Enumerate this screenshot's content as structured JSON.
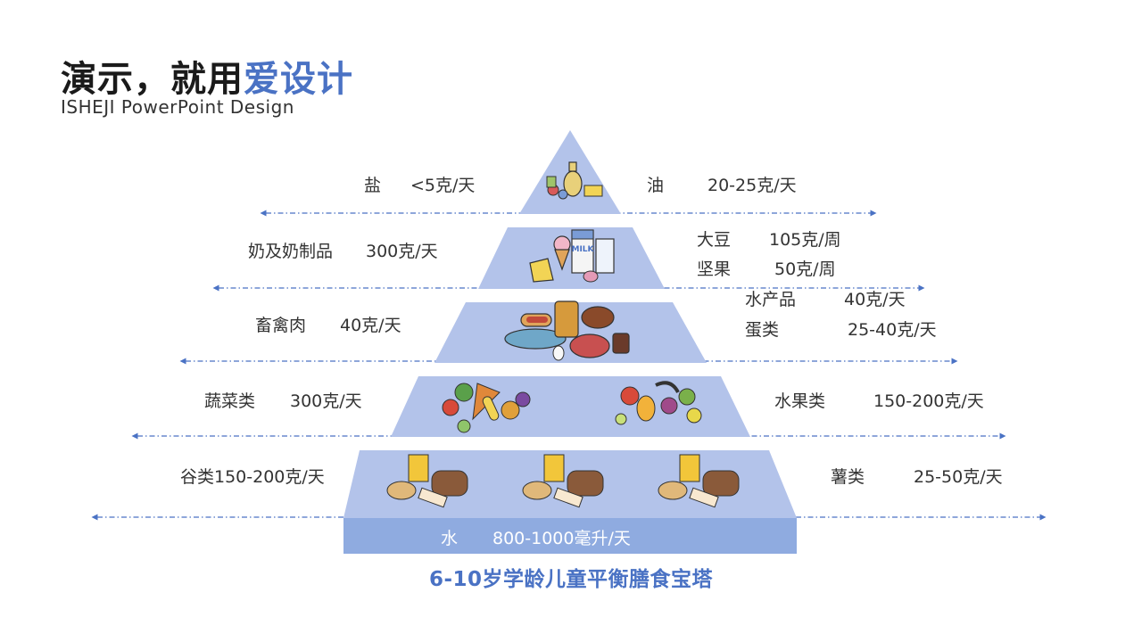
{
  "header": {
    "title_main": "演示，就用",
    "title_accent": "爱设计",
    "subtitle": "ISHEJI PowerPoint Design"
  },
  "colors": {
    "tier_fill": "#b3c3ea",
    "water_fill": "#8fabe0",
    "accent": "#4a72c4",
    "arrow": "#4a72c4"
  },
  "tiers": [
    {
      "left": [
        {
          "name": "盐",
          "amount": "<5克/天"
        }
      ],
      "right": [
        {
          "name": "油",
          "amount": "20-25克/天"
        }
      ],
      "icon": "oil-salt-icon"
    },
    {
      "left": [
        {
          "name": "奶及奶制品",
          "amount": "300克/天"
        }
      ],
      "right": [
        {
          "name": "大豆",
          "amount": "105克/周"
        },
        {
          "name": "坚果",
          "amount": "50克/周"
        }
      ],
      "icon": "dairy-icon",
      "milk_label": "MILK"
    },
    {
      "left": [
        {
          "name": "畜禽肉",
          "amount": "40克/天"
        }
      ],
      "right": [
        {
          "name": "水产品",
          "amount": "40克/天"
        },
        {
          "name": "蛋类",
          "amount": "25-40克/天"
        }
      ],
      "icon": "meat-fish-icon"
    },
    {
      "left": [
        {
          "name": "蔬菜类",
          "amount": "300克/天"
        }
      ],
      "right": [
        {
          "name": "水果类",
          "amount": "150-200克/天"
        }
      ],
      "icon": "vegetable-fruit-icon"
    },
    {
      "left": [
        {
          "name": "谷类150-200克/天",
          "amount": ""
        }
      ],
      "right": [
        {
          "name": "薯类",
          "amount": "25-50克/天"
        }
      ],
      "icon": "grain-icon"
    }
  ],
  "water": {
    "name": "水",
    "amount": "800-1000毫升/天"
  },
  "caption": "6-10岁学龄儿童平衡膳食宝塔"
}
